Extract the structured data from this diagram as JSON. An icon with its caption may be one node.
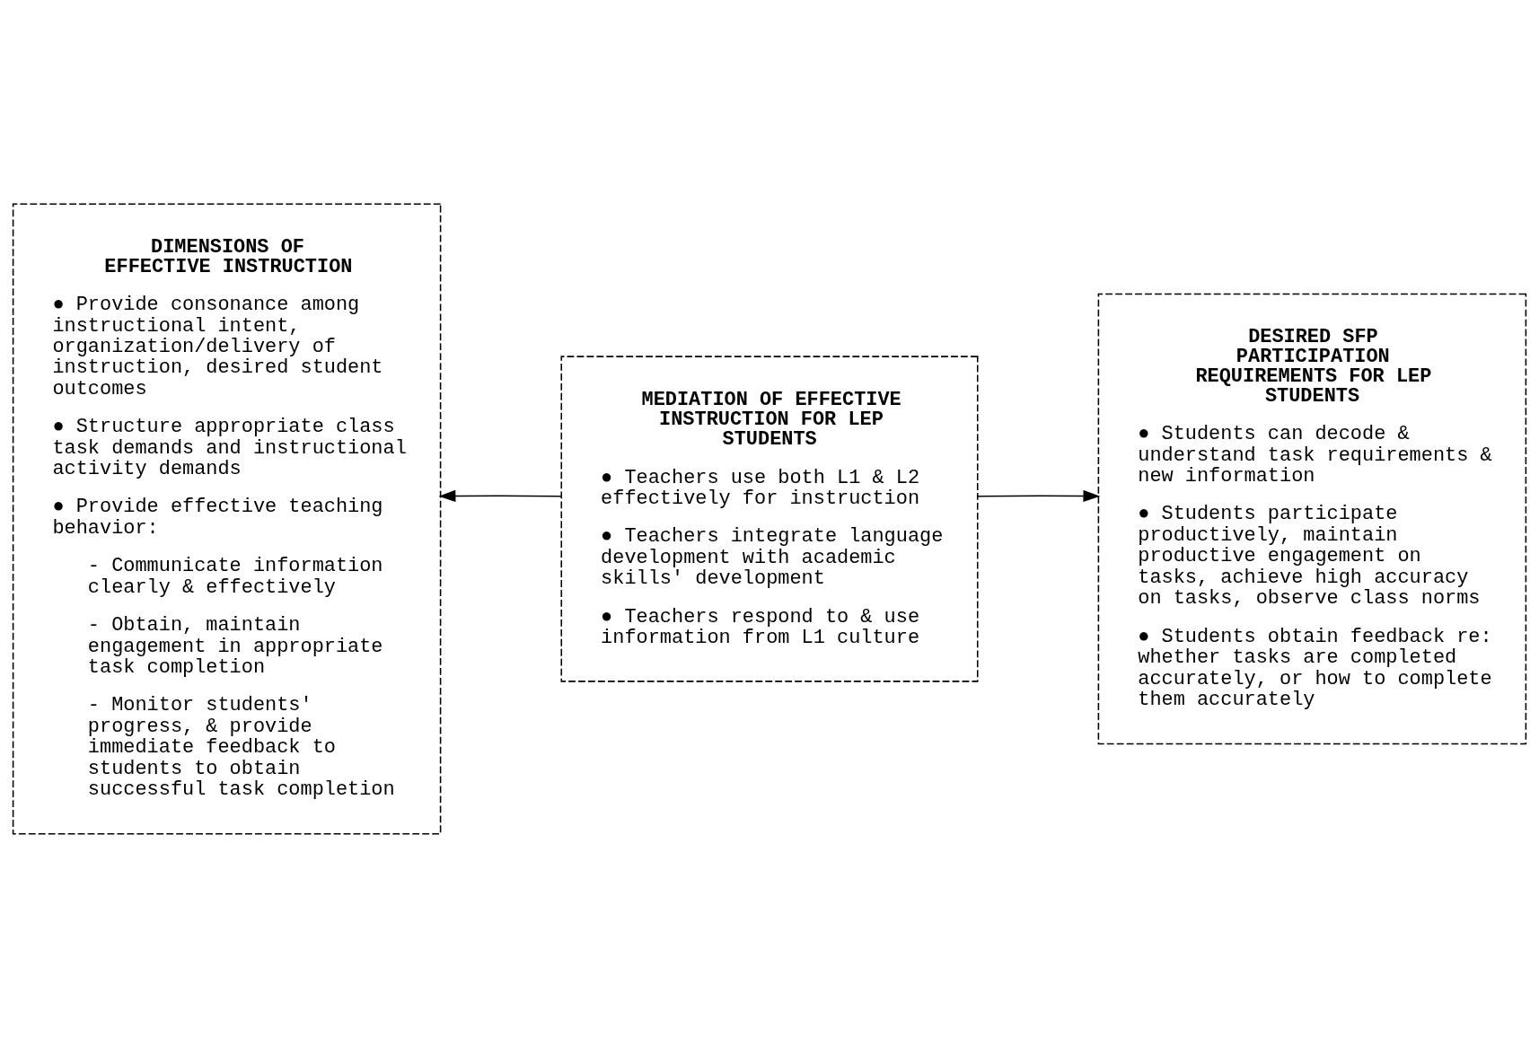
{
  "diagram": {
    "nodes": [
      {
        "text": [
          "DIMENSIONS OF EFFECTIVE INSTRUCTION",
          "● Provide consonance among instructional intent, organization/delivery of instruction, desired student outcomes",
          "● Structure appropriate class task demands and instructional activity demands",
          "● Provide effective teaching behavior:",
          "- Communicate information clearly & effectively",
          "- Obtain, maintain engagement in appropriate task completion",
          "- Monitor students' progress, & provide immediate feedback to students to obtain successful task completion"
        ]
      },
      {
        "text": [
          "MEDIATION OF EFFECTIVE INSTRUCTION FOR LEP STUDENTS",
          "● Teachers use both L1 & L2 effectively for instruction",
          "● Teachers integrate language development with academic skills' development",
          "● Teachers respond to & use information from L1 culture"
        ]
      },
      {
        "text": [
          "DESIRED SFP PARTICIPATION REQUIREMENTS FOR LEP STUDENTS",
          "● Students can decode & understand task requirements & new information",
          "● Students participate productively, maintain productive engagement on tasks, achieve high accuracy on tasks, observe class norms",
          "● Students obtain feedback re: whether tasks are completed accurately, or how to complete them accurately"
        ]
      }
    ],
    "edges": [
      {
        "from": 1,
        "to": 0,
        "arrow": "to"
      },
      {
        "from": 1,
        "to": 2,
        "arrow": "to"
      }
    ]
  }
}
